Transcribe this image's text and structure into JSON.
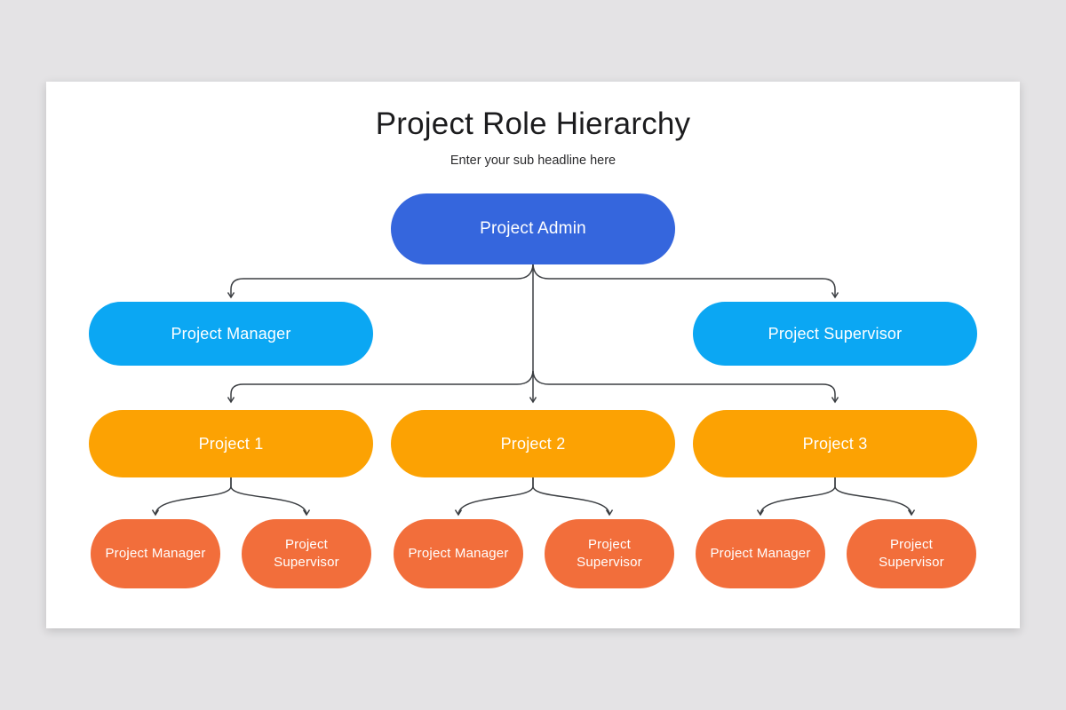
{
  "slide": {
    "title": "Project Role Hierarchy",
    "subtitle": "Enter your sub headline here"
  },
  "colors": {
    "background": "#e4e3e5",
    "card": "#ffffff",
    "admin": "#3566DD",
    "level2": "#0BA7F3",
    "level3": "#FCA203",
    "level4": "#F26E3B",
    "connector": "#3b3e42",
    "node_text": "#ffffff",
    "title_text": "#1c1c1e",
    "subtitle_text": "#2b2b2d"
  },
  "hierarchy": {
    "root": {
      "label": "Project Admin"
    },
    "level2": [
      {
        "label": "Project Manager"
      },
      {
        "label": "Project Supervisor"
      }
    ],
    "projects": [
      {
        "label": "Project 1",
        "children": [
          "Project Manager",
          "Project Supervisor"
        ]
      },
      {
        "label": "Project 2",
        "children": [
          "Project Manager",
          "Project Supervisor"
        ]
      },
      {
        "label": "Project 3",
        "children": [
          "Project Manager",
          "Project Supervisor"
        ]
      }
    ]
  }
}
